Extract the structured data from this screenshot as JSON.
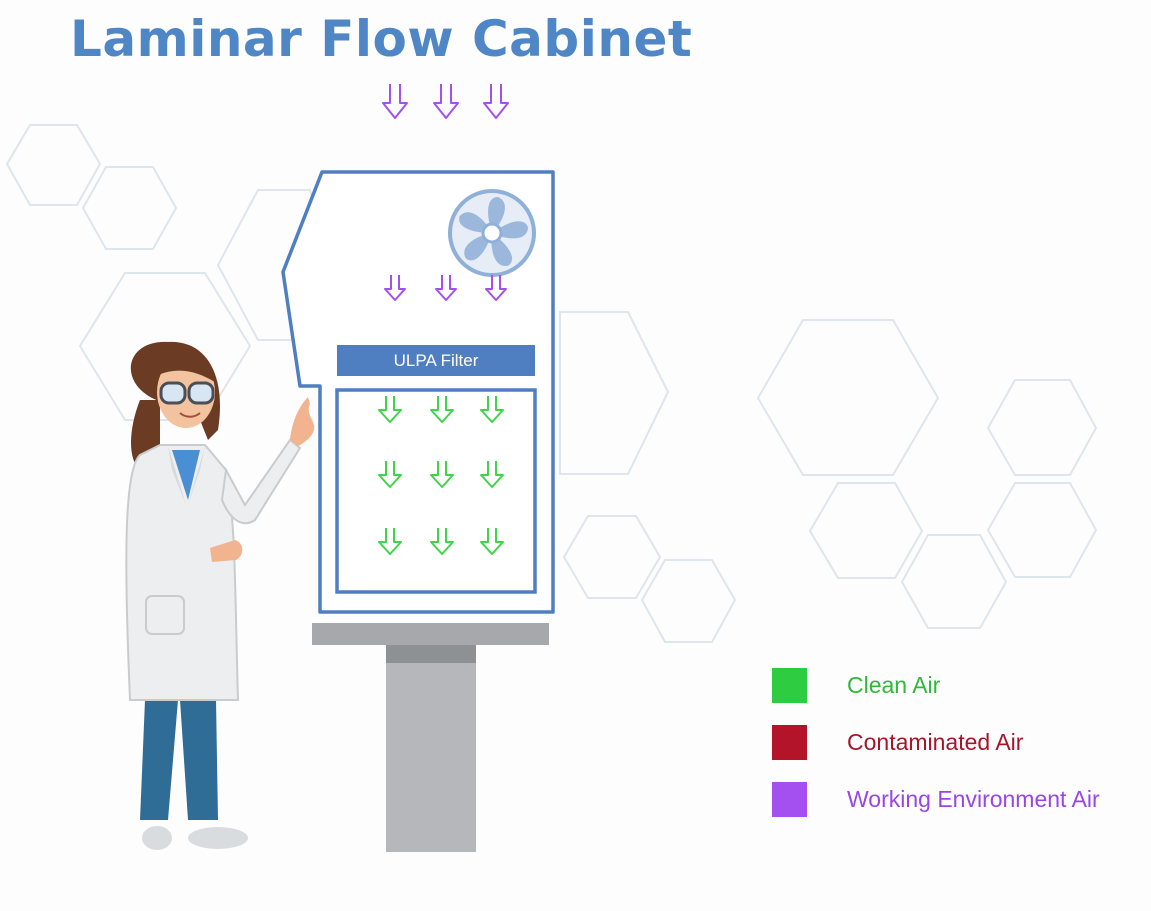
{
  "title": "Laminar Flow Cabinet",
  "filter_label": "ULPA Filter",
  "colors": {
    "title": "#4f86c6",
    "clean_air": "#2ecc40",
    "contaminated_air": "#b3142a",
    "working_environment_air": "#a44ff0",
    "cabinet_outline": "#4f7fc0",
    "filter_bar": "#4f7fc0"
  },
  "legend": [
    {
      "label": "Clean Air",
      "color": "#2ecc40",
      "text_color": "#2fb83a"
    },
    {
      "label": "Contaminated Air",
      "color": "#b3142a",
      "text_color": "#a5162a"
    },
    {
      "label": "Working Environment Air",
      "color": "#a44ff0",
      "text_color": "#9a45e6"
    }
  ],
  "icons": [
    "fan-icon",
    "down-arrow-icon",
    "scientist-illustration",
    "hexagon-pattern"
  ]
}
